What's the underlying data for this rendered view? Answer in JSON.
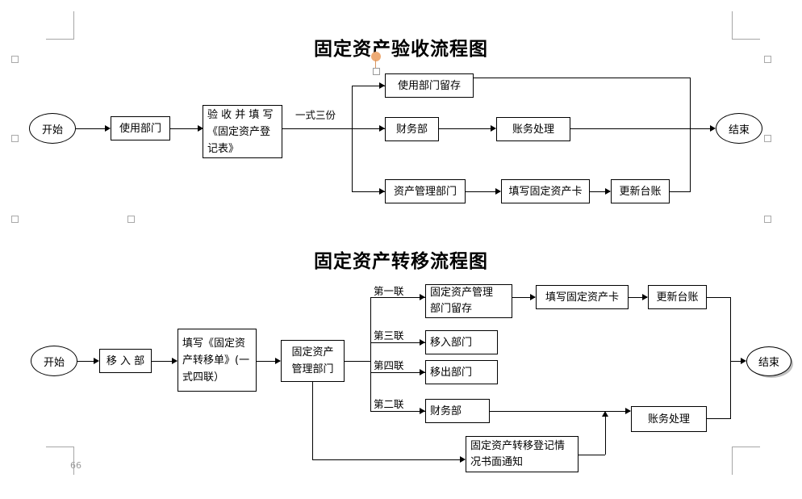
{
  "document": {
    "page_number": "66",
    "corner_marks": [
      "top-left",
      "top-right",
      "bottom-left",
      "bottom-right"
    ]
  },
  "charts": [
    {
      "id": "fixed-asset-acceptance",
      "title": "固定资产验收流程图",
      "nodes": {
        "start": "开始",
        "using_dept": "使用部门",
        "inspect_fill": "验 收 并 填 写\n《固定资产登\n记表》",
        "branch_label": "一式三份",
        "using_dept_keep": "使用部门留存",
        "finance_dept": "财务部",
        "accounting": "账务处理",
        "asset_mgmt_dept": "资产管理部门",
        "fill_card": "填写固定资产卡",
        "update_ledger": "更新台账",
        "end": "结束"
      }
    },
    {
      "id": "fixed-asset-transfer",
      "title": "固定资产转移流程图",
      "nodes": {
        "start": "开始",
        "move_in": "移 入 部",
        "fill_transfer_form": "填写《固定资\n产转移单》(一\n式四联）",
        "asset_mgmt_dept": "固定资产\n管理部门",
        "copy1_label": "第一联",
        "copy3_label": "第三联",
        "copy4_label": "第四联",
        "copy2_label": "第二联",
        "asset_mgmt_keep": "固定资产管理\n部门留存",
        "move_in_dept": "移入部门",
        "move_out_dept": "移出部门",
        "finance_dept": "财务部",
        "fill_card": "填写固定资产卡",
        "update_ledger": "更新台账",
        "accounting": "账务处理",
        "written_notice": "固定资产转移登记情\n况书面通知",
        "end": "结束"
      }
    }
  ]
}
